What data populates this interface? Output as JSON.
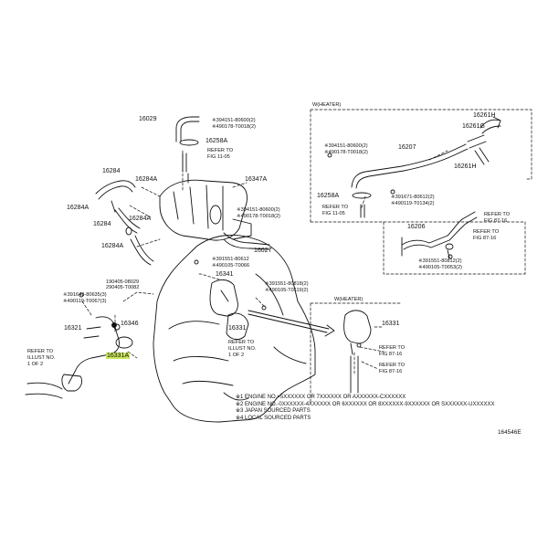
{
  "parts": {
    "p16029": "16029",
    "p16258A_top": "16258A",
    "p16284_top": "16284",
    "p16284A_a": "16284A",
    "p16284A_b": "16284A",
    "p16284A_c": "16284A",
    "p16284_b": "16284",
    "p16284A_d": "16284A",
    "p16347A": "16347A",
    "p16027": "16027",
    "p16341": "16341",
    "p16321": "16321",
    "p16346": "16346",
    "p16331A": "16331A",
    "p16331_mid": "16331",
    "p16331_right": "16331",
    "p16207": "16207",
    "p16261H": "16261H",
    "p16261G": "16261G",
    "p16261H_b": "16261H",
    "p16258A_right": "16258A",
    "p16206": "16206"
  },
  "bolts": {
    "b1a": "※394151-80600(2)",
    "b1b": "※490178-T0018(2)",
    "b2a": "※394151-80600(2)",
    "b2b": "※490178-T0018(2)",
    "b3a": "※391551-80612",
    "b3b": "※490105-T0066",
    "b4a": "190405-08029",
    "b4b": "290405-T0082",
    "b5a": "※391643-80635(3)",
    "b5b": "※490119-T0067(3)",
    "b6a": "※391551-80818(2)",
    "b6b": "※490105-T0119(2)",
    "b7a": "※394151-80600(2)",
    "b7b": "※490178-T0018(2)",
    "b8a": "※391671-80612(2)",
    "b8b": "※490119-T0134(2)",
    "b9a": "※391551-80812(2)",
    "b9b": "※490105-T0053(2)"
  },
  "refs": {
    "r1a": "REFER TO",
    "r1b": "FIG 11-05",
    "r2a": "REFER TO",
    "r2b": "FIG 11-05",
    "r3a": "REFER TO",
    "r3b": "FIG 87-16",
    "r4a": "REFER TO",
    "r4b": "FIG 87-16",
    "r5a": "REFER TO",
    "r5b": "FIG 87-16",
    "r6a": "REFER TO",
    "r6b": "FIG 87-16",
    "r7a": "REFER TO",
    "r7b": "ILLUST NO.",
    "r7c": "1 OF 2",
    "r8a": "REFER TO",
    "r8b": "ILLUST NO.",
    "r8c": "1 OF 2"
  },
  "heater_top": "W(HEATER)",
  "heater_mid": "W(HEATER)",
  "notes": [
    "※1 ENGINE NO.=5XXXXXX OR 7XXXXXX OR AXXXXXX-CXXXXXX",
    "※2 ENGINE NO.-0XXXXXX-4XXXXXX OR 6XXXXXX OR 8XXXXXX-9XXXXXX OR SXXXXXX-UXXXXXX",
    "※3 JAPAN SOURCED PARTS",
    "※4 LOCAL SOURCED PARTS"
  ],
  "illustration_id": "164546E",
  "colors": {
    "highlight": "#c8e65a",
    "line": "#111111"
  }
}
